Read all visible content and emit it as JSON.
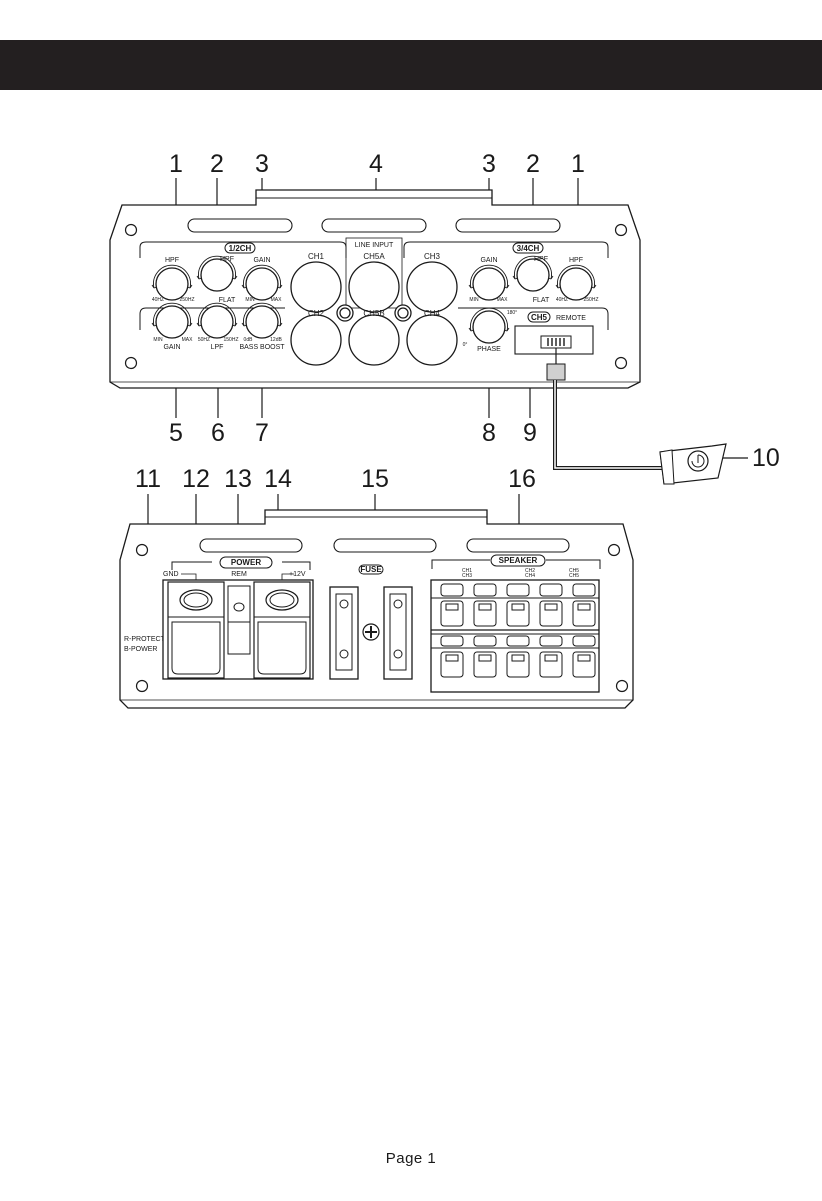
{
  "callouts_top": [
    "1",
    "2",
    "3",
    "4",
    "3",
    "2",
    "1"
  ],
  "callouts_top_bottom": [
    "5",
    "6",
    "7",
    "8",
    "9"
  ],
  "callout_remote": "10",
  "callouts_bottom_panel": [
    "11",
    "12",
    "13",
    "14",
    "15",
    "16"
  ],
  "top_panel": {
    "left_badge": "1/2CH",
    "right_badge": "3/4CH",
    "ch5_badge": "CH5",
    "remote_label": "REMOTE",
    "line_input_label": "LINE INPUT",
    "rca_labels": [
      "CH1",
      "CH5A",
      "CH3",
      "CH2",
      "CH5B",
      "CH4"
    ],
    "hpf": "HPF",
    "gain": "GAIN",
    "flat": "FLAT",
    "lpf": "LPF",
    "bass_boost": "BASS BOOST",
    "phase": "PHASE",
    "min": "MIN",
    "max": "MAX",
    "hz40": "40HZ",
    "hz250": "250HZ",
    "hz50": "50HZ",
    "hz150": "150HZ",
    "db0": "0dB",
    "db12": "12dB",
    "deg0": "0°",
    "deg180": "180°"
  },
  "bottom_panel": {
    "power_badge": "POWER",
    "fuse_badge": "FUSE",
    "speaker_badge": "SPEAKER",
    "gnd": "GND",
    "rem": "REM",
    "plus12v": "+12V",
    "r_protect": "R-PROTECT",
    "b_power": "B-POWER",
    "spk_ch1": "CH1",
    "spk_ch3": "CH3",
    "spk_ch2": "CH2",
    "spk_ch4": "CH4",
    "spk_ch5a": "CH5",
    "spk_ch5b": "CH5"
  },
  "footer": {
    "page_label": "Page 1"
  }
}
